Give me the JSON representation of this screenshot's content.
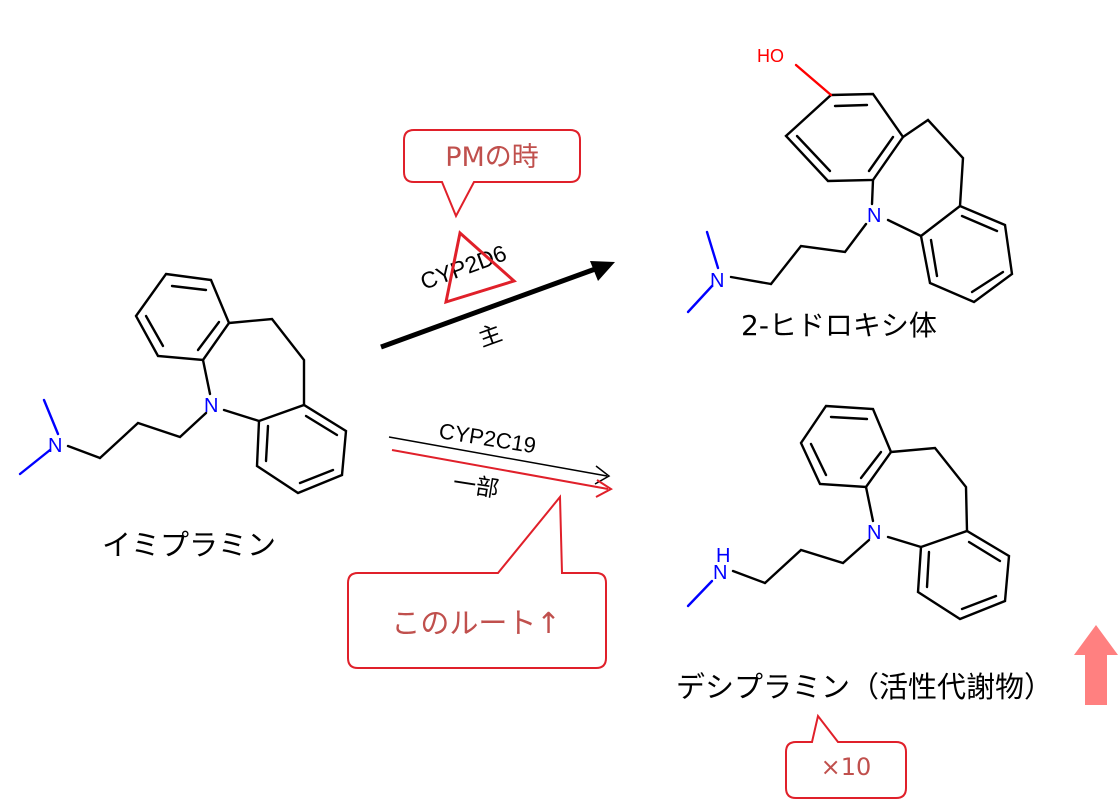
{
  "compounds": {
    "imipramine": "イミプラミン",
    "hydroxy": "2-ヒドロキシ体",
    "desipramine": "デシプラミン（活性代謝物）"
  },
  "atoms": {
    "nitrogen": "N",
    "hydroxyl": "HO",
    "amine_h": "H"
  },
  "pathways": {
    "main": {
      "enzyme": "CYP2D6",
      "label": "主"
    },
    "partial": {
      "enzyme": "CYP2C19",
      "label": "一部"
    }
  },
  "callouts": {
    "pm": "PMの時",
    "route_up": "このルート↑",
    "times10": "×10"
  },
  "colors": {
    "callout_border": "#e0202a",
    "callout_text": "#c0504d",
    "up_arrow": "#ff8080",
    "nitrogen": "#0000ff",
    "oxygen": "#ff0000"
  }
}
